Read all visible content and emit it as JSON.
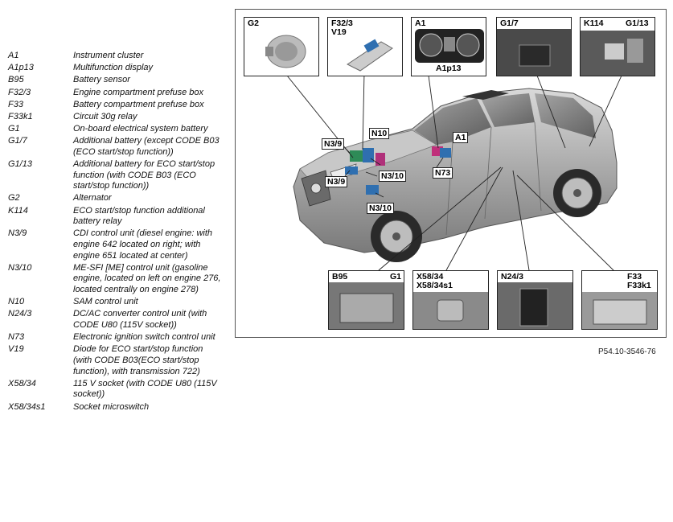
{
  "legend": [
    {
      "code": "A1",
      "desc": "Instrument cluster"
    },
    {
      "code": "A1p13",
      "desc": "Multifunction display"
    },
    {
      "code": "B95",
      "desc": "Battery sensor"
    },
    {
      "code": "F32/3",
      "desc": "Engine compartment prefuse box"
    },
    {
      "code": "F33",
      "desc": "Battery compartment prefuse box"
    },
    {
      "code": "F33k1",
      "desc": "Circuit 30g relay"
    },
    {
      "code": "G1",
      "desc": "On-board electrical system battery"
    },
    {
      "code": "G1/7",
      "desc": "Additional battery (except CODE B03 (ECO start/stop function))"
    },
    {
      "code": "G1/13",
      "desc": "Additional battery for ECO start/stop function (with CODE B03 (ECO start/stop function))"
    },
    {
      "code": "G2",
      "desc": "Alternator"
    },
    {
      "code": "K114",
      "desc": "ECO start/stop function additional battery relay"
    },
    {
      "code": "N3/9",
      "desc": "CDI control unit (diesel engine: with engine 642 located on right; with engine 651 located at center)"
    },
    {
      "code": "N3/10",
      "desc": "ME-SFI [ME] control unit (gasoline engine, located on left on engine 276, located centrally on engine 278)"
    },
    {
      "code": "N10",
      "desc": "SAM control unit"
    },
    {
      "code": "N24/3",
      "desc": "DC/AC converter control unit (with CODE U80 (115V socket))"
    },
    {
      "code": "N73",
      "desc": "Electronic ignition switch control unit"
    },
    {
      "code": "V19",
      "desc": "Diode for ECO start/stop function (with CODE B03(ECO start/stop function), with transmission 722)"
    },
    {
      "code": "X58/34",
      "desc": "115 V socket (with CODE U80 (115V socket))"
    },
    {
      "code": "X58/34s1",
      "desc": "Socket microswitch"
    }
  ],
  "callouts_top": {
    "g2": "G2",
    "f32_3": "F32/3",
    "v19": "V19",
    "a1": "A1",
    "a1p13": "A1p13",
    "g1_7": "G1/7",
    "k114": "K114",
    "g1_13": "G1/13"
  },
  "callouts_bottom": {
    "b95": "B95",
    "g1": "G1",
    "x58_34": "X58/34",
    "x58_34s1": "X58/34s1",
    "n24_3": "N24/3",
    "f33": "F33",
    "f33k1": "F33k1"
  },
  "car_tags": {
    "n3_9_a": "N3/9",
    "n10": "N10",
    "a1": "A1",
    "n3_9_b": "N3/9",
    "n3_10_a": "N3/10",
    "n73": "N73",
    "n3_10_b": "N3/10"
  },
  "reference": "P54.10-3546-76"
}
